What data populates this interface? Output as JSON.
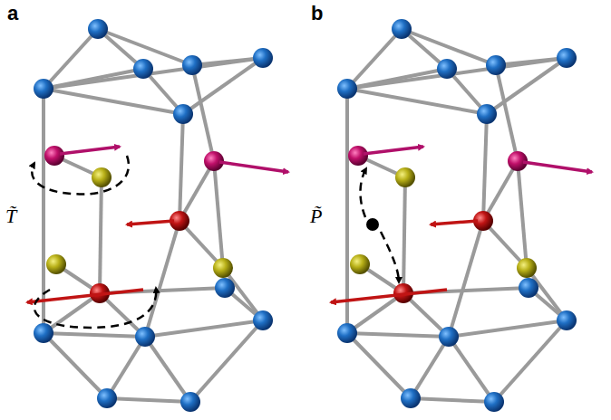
{
  "diagram": {
    "labels": [
      "a",
      "b",
      "T̃",
      "P̃"
    ]
  }
}
